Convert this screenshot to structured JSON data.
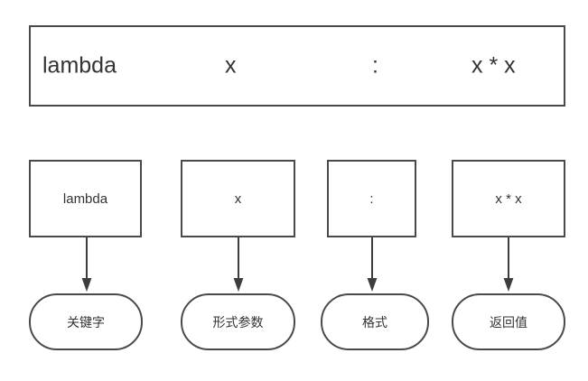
{
  "diagram": {
    "title": "lambda expression anatomy",
    "colors": {
      "stroke": "#4a4a4a",
      "text": "#333333",
      "background": "#ffffff",
      "arrow": "#3d3d3d"
    },
    "expression": {
      "tokens": [
        {
          "text": "lambda"
        },
        {
          "text": "x"
        },
        {
          "text": ":"
        },
        {
          "text": "x * x"
        }
      ]
    },
    "token_boxes": [
      {
        "text": "lambda"
      },
      {
        "text": "x"
      },
      {
        "text": ":"
      },
      {
        "text": "x * x"
      }
    ],
    "arrows": [
      {
        "name": "arrow-lambda-to-keyword"
      },
      {
        "name": "arrow-x-to-parameter"
      },
      {
        "name": "arrow-colon-to-format"
      },
      {
        "name": "arrow-body-to-return"
      }
    ],
    "role_boxes": [
      {
        "text": "关键字"
      },
      {
        "text": "形式参数"
      },
      {
        "text": "格式"
      },
      {
        "text": "返回值"
      }
    ]
  }
}
